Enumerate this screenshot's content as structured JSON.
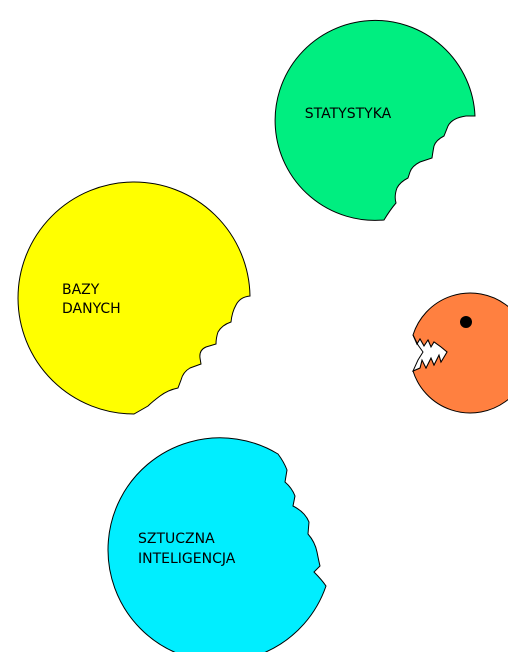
{
  "blobs": [
    {
      "id": "statystyka",
      "lines": [
        "STATYSTYKA"
      ],
      "color": "#00ee80"
    },
    {
      "id": "bazy-danych",
      "lines": [
        "BAZY",
        "DANYCH"
      ],
      "color": "#ffff00"
    },
    {
      "id": "sztuczna-inteligencja",
      "lines": [
        "SZTUCZNA",
        "INTELIGENCJA"
      ],
      "color": "#00eeff"
    }
  ],
  "muncher": {
    "icon": "pacman-monster-icon",
    "body_color": "#ff8040",
    "eye_color": "#000000",
    "teeth_color": "#ffffff"
  },
  "outline_color": "#000000"
}
